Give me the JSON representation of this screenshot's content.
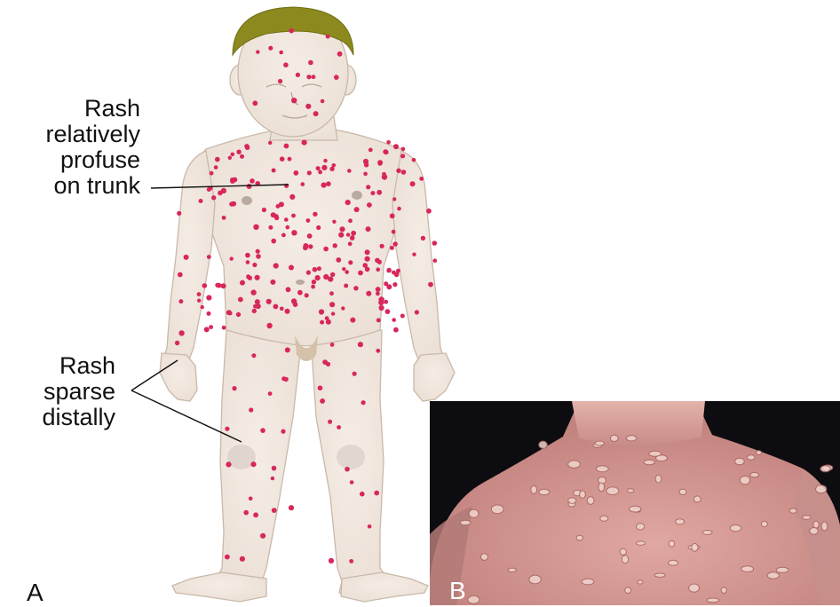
{
  "panel_a": {
    "letter": "A",
    "label_trunk_lines": [
      "Rash",
      "relatively",
      "profuse",
      "on trunk"
    ],
    "label_distal_lines": [
      "Rash",
      "sparse",
      "distally"
    ]
  },
  "panel_b": {
    "letter": "B"
  },
  "colors": {
    "skin": "#f1e7dd",
    "skin_outline": "#c9b9aa",
    "hair": "#8c8a1e",
    "rash_dot": "#d8275a",
    "photo_background": "#0d0c10",
    "photo_skin": "#d9a29c"
  }
}
